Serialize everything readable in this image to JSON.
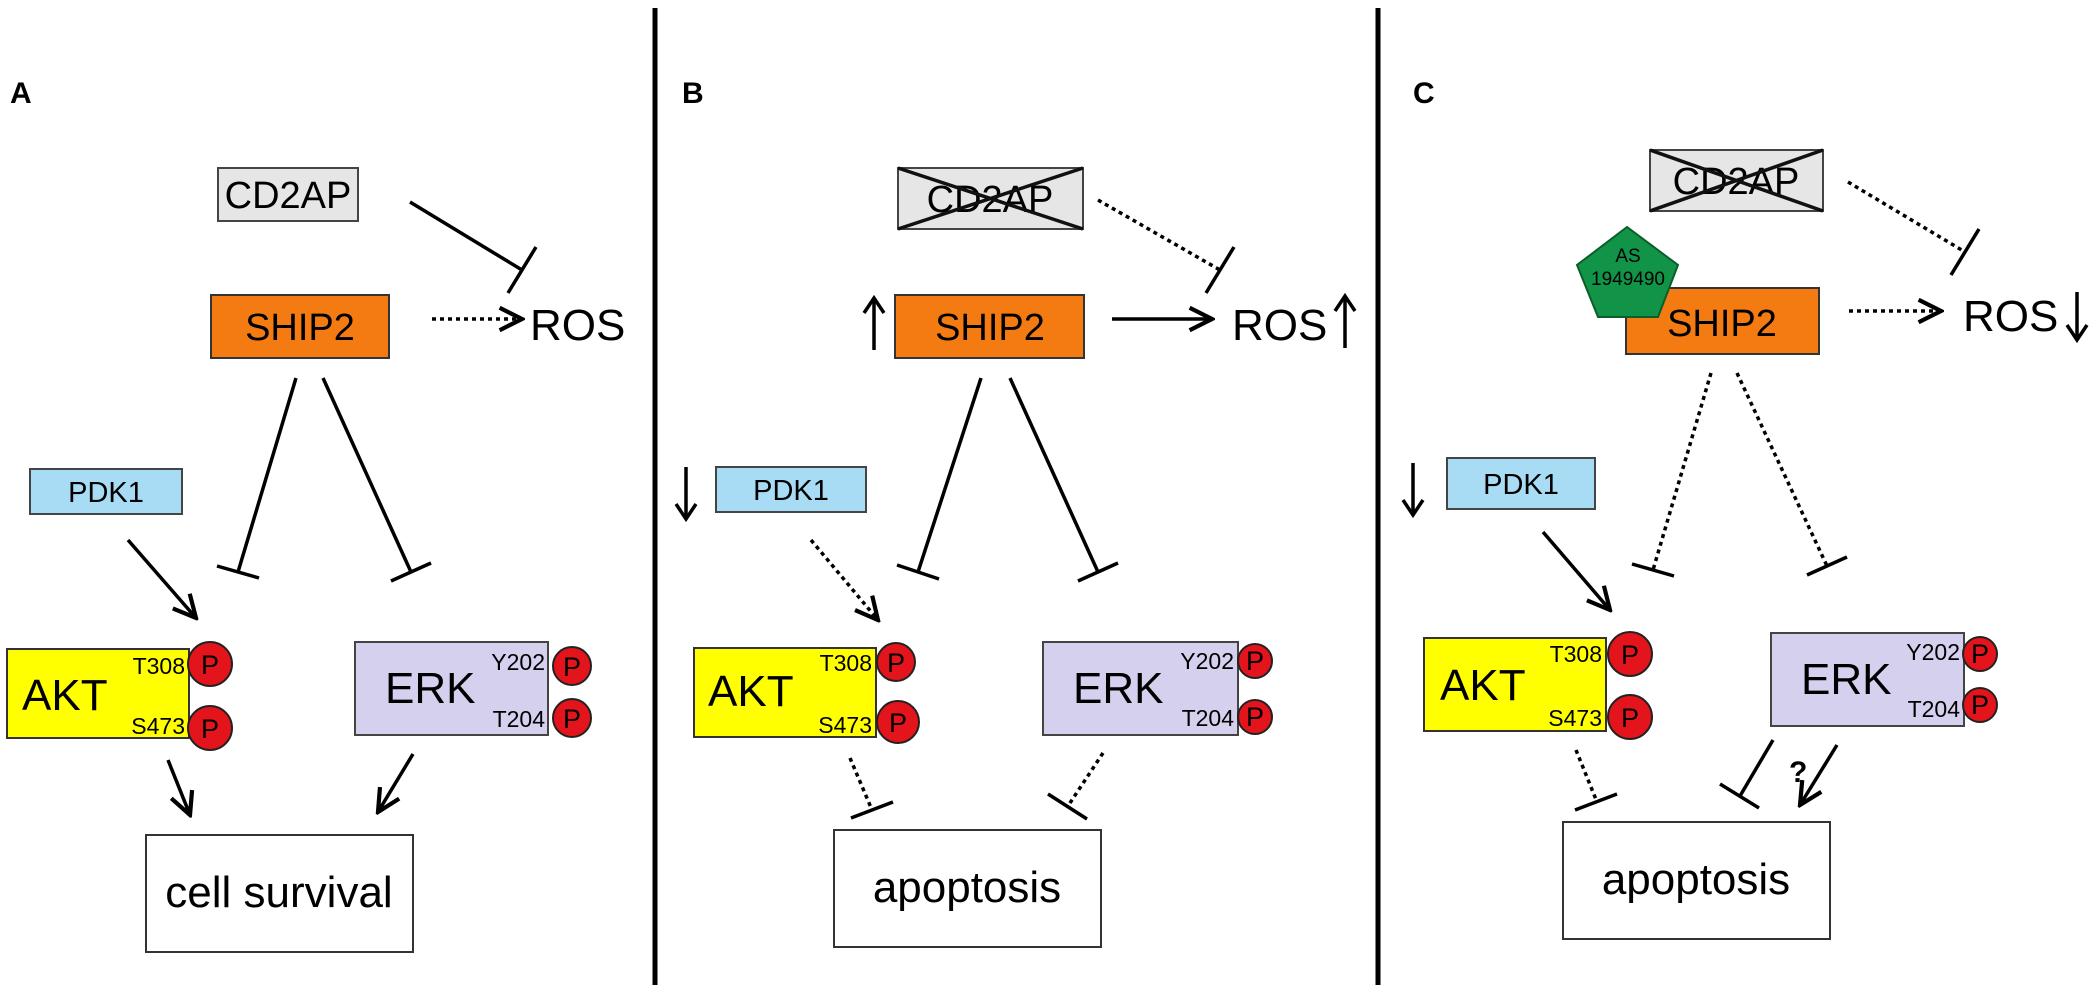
{
  "panels": [
    {
      "letter": "A",
      "cd2ap": "CD2AP",
      "ship2": "SHIP2",
      "ros": "ROS",
      "pdk1": "PDK1",
      "akt": "AKT",
      "akt_sites": [
        "T308",
        "S473"
      ],
      "erk": "ERK",
      "erk_sites": [
        "Y202",
        "T204"
      ],
      "phospho": "P",
      "outcome": "cell survival"
    },
    {
      "letter": "B",
      "cd2ap": "CD2AP",
      "ship2": "SHIP2",
      "ros": "ROS",
      "pdk1": "PDK1",
      "akt": "AKT",
      "akt_sites": [
        "T308",
        "S473"
      ],
      "erk": "ERK",
      "erk_sites": [
        "Y202",
        "T204"
      ],
      "phospho": "P",
      "outcome": "apoptosis"
    },
    {
      "letter": "C",
      "cd2ap": "CD2AP",
      "ship2": "SHIP2",
      "ros": "ROS",
      "pdk1": "PDK1",
      "akt": "AKT",
      "akt_sites": [
        "T308",
        "S473"
      ],
      "erk": "ERK",
      "erk_sites": [
        "Y202",
        "T204"
      ],
      "phospho": "P",
      "outcome": "apoptosis",
      "drug_line1": "AS",
      "drug_line2": "1949490",
      "question": "?"
    }
  ],
  "colors": {
    "cd2ap_fill": "#e6e6e6",
    "ship2_fill": "#f47a12",
    "pdk1_fill": "#a8dcf5",
    "akt_fill": "#ffff00",
    "erk_fill": "#d4d0ee",
    "phospho_fill": "#e3141b",
    "drug_fill": "#119447"
  },
  "icons": {
    "up_arrow": "up-arrow-icon",
    "down_arrow": "down-arrow-icon",
    "cross": "cross-out-icon"
  }
}
